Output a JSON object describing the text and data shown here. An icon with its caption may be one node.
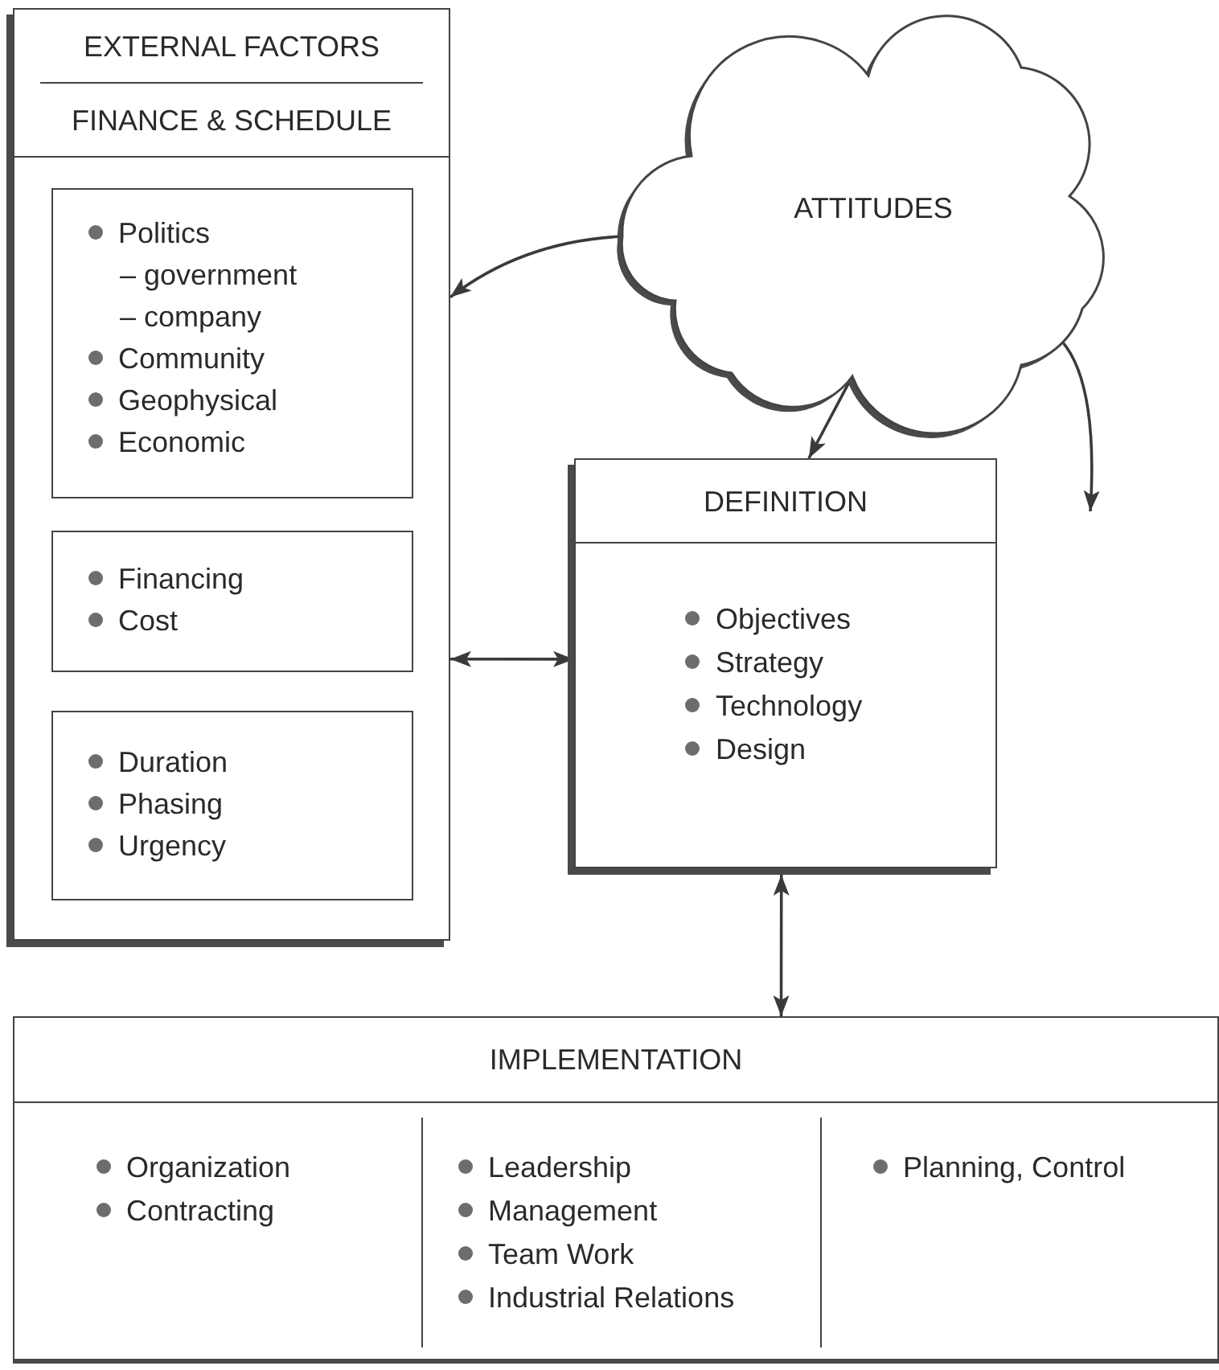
{
  "diagram": {
    "nodes": [
      {
        "text": [
          "EXTERNAL FACTORS",
          "FINANCE & SCHEDULE"
        ]
      },
      {
        "text": [
          "Politics",
          "– government",
          "– company",
          "Community",
          "Geophysical",
          "Economic"
        ],
        "in": 0
      },
      {
        "text": [
          "Financing",
          "Cost"
        ],
        "in": 0
      },
      {
        "text": [
          "Duration",
          "Phasing",
          "Urgency"
        ],
        "in": 0
      },
      {
        "text": [
          "ATTITUDES"
        ]
      },
      {
        "text": [
          "DEFINITION",
          "Objectives",
          "Strategy",
          "Technology",
          "Design"
        ]
      },
      {
        "text": [
          "IMPLEMENTATION"
        ]
      },
      {
        "text": [
          "Organization",
          "Contracting"
        ],
        "in": 6
      },
      {
        "text": [
          "Leadership",
          "Management",
          "Team Work",
          "Industrial Relations"
        ],
        "in": 6
      },
      {
        "text": [
          "Planning, Control"
        ],
        "in": 6
      }
    ],
    "edges": [
      {
        "from": 4,
        "to": 0,
        "arrow": "to"
      },
      {
        "from": 4,
        "to": 5,
        "arrow": "to"
      },
      {
        "from": 4,
        "to": null,
        "arrow": "to"
      },
      {
        "from": 0,
        "to": 5,
        "arrow": "both"
      },
      {
        "from": 5,
        "to": 6,
        "arrow": "both"
      }
    ]
  }
}
